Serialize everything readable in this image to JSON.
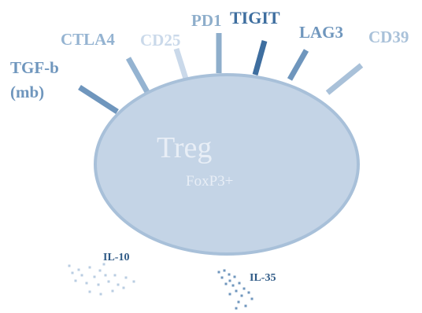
{
  "cell": {
    "name": "Treg",
    "marker": "FoxP3+",
    "fill_color": "#c4d4e6",
    "stroke_color": "#a8c0d9",
    "text_color": "#e8eef6"
  },
  "receptors": [
    {
      "label": "TGF-b",
      "label_line2": "(mb)",
      "color": "#6f96bd"
    },
    {
      "label": "CTLA4",
      "color": "#94b3d1"
    },
    {
      "label": "CD25",
      "color": "#cad9ea"
    },
    {
      "label": "PD1",
      "color": "#8eaecb"
    },
    {
      "label": "TIGIT",
      "color": "#3e6e9f"
    },
    {
      "label": "LAG3",
      "color": "#6f96bd"
    },
    {
      "label": "CD39",
      "color": "#a9c1d9"
    }
  ],
  "cytokines": [
    {
      "label": "IL-10",
      "color": "#2f5a86",
      "dot_color": "#b9cde2"
    },
    {
      "label": "IL-35",
      "color": "#2f5a86",
      "dot_color": "#6f96bd"
    }
  ]
}
